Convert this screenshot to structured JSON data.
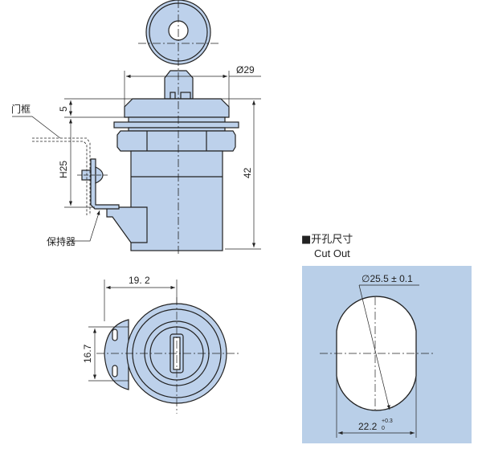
{
  "labels": {
    "door_frame": "门框",
    "retainer": "保持器",
    "dia_29": "Ø29",
    "dim_5": "5",
    "dim_h25": "H25",
    "dim_42": "42",
    "dim_19_2": "19. 2",
    "dim_16_7": "16.7"
  },
  "cutout": {
    "title_cn": "■开孔尺寸",
    "title_en": "Cut Out",
    "diameter": "∅25.5 ± 0.1",
    "width": "22.2",
    "tol_upper": "+0.3",
    "tol_lower": "0"
  },
  "colors": {
    "part_fill": "#bdd1eb",
    "cutout_bg": "#b9cfe8",
    "line": "#222222"
  }
}
